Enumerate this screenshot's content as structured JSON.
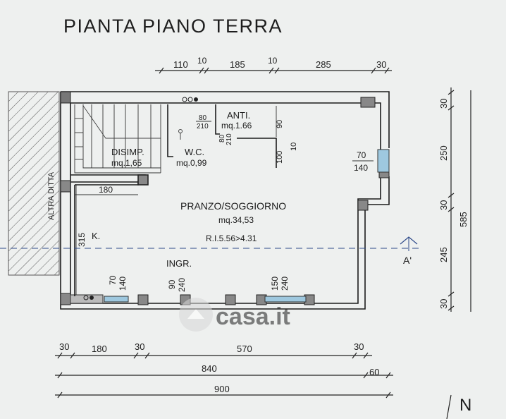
{
  "title": "PIANTA PIANO TERRA",
  "rooms": [
    {
      "key": "anti",
      "name": "ANTI.",
      "area": "mq.1.66"
    },
    {
      "key": "disimp",
      "name": "DISIMP.",
      "area": "mq.1,65"
    },
    {
      "key": "wc",
      "name": "W.C.",
      "area": "mq.0,99"
    },
    {
      "key": "pranzo",
      "name": "PRANZO/SOGGIORNO",
      "area": "mq.34,53"
    },
    {
      "key": "kitchen",
      "name": "K.",
      "area": ""
    },
    {
      "key": "ingr",
      "name": "INGR.",
      "area": ""
    }
  ],
  "neighbor_label": "ALTRA DITTA",
  "ri_note": "R.I.5.56>4.31",
  "section_marker": "A'",
  "north_label": "N",
  "watermark": "casa.it",
  "dimensions": {
    "top": [
      "110",
      "10",
      "185",
      "10",
      "285",
      "30"
    ],
    "right": [
      "30",
      "250",
      "30",
      "245",
      "30"
    ],
    "right_total": "585",
    "bottom_row1": [
      "30",
      "180",
      "30",
      "570",
      "30"
    ],
    "bottom_row2": [
      "840",
      "60"
    ],
    "bottom_row3": [
      "900"
    ],
    "inner_180": "180",
    "inner_315": "315",
    "inner_90": "90",
    "inner_100": "100",
    "inner_10": "10"
  },
  "openings": {
    "door_wc": {
      "w": "80",
      "h": "210"
    },
    "door_anti": {
      "w": "80",
      "h": "210"
    },
    "window_east": {
      "w": "70",
      "h": "140"
    },
    "window_kitchen": {
      "w": "70",
      "h": "140"
    },
    "door_entry": {
      "w": "90",
      "h": "240"
    },
    "window_living": {
      "w": "150",
      "h": "240"
    }
  }
}
